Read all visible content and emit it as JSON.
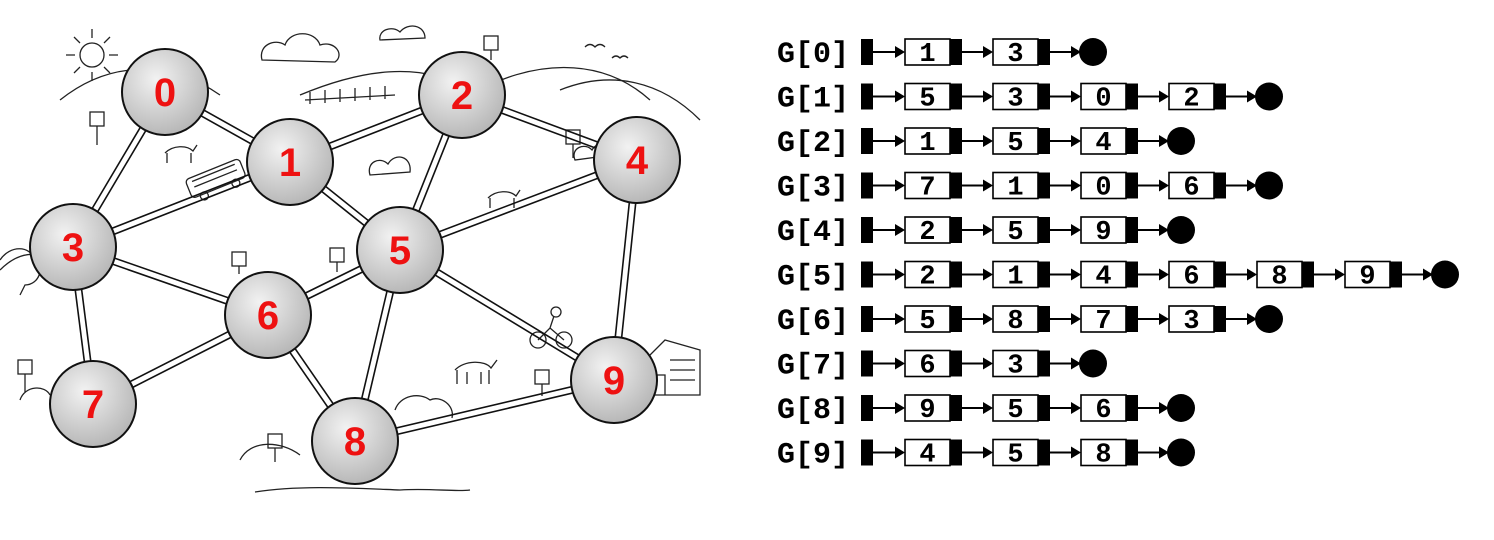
{
  "graph": {
    "nodes": [
      "0",
      "1",
      "2",
      "3",
      "4",
      "5",
      "6",
      "7",
      "8",
      "9"
    ],
    "edges": [
      [
        0,
        1
      ],
      [
        0,
        3
      ],
      [
        1,
        3
      ],
      [
        1,
        2
      ],
      [
        1,
        5
      ],
      [
        2,
        5
      ],
      [
        2,
        4
      ],
      [
        3,
        6
      ],
      [
        3,
        7
      ],
      [
        4,
        5
      ],
      [
        4,
        9
      ],
      [
        5,
        6
      ],
      [
        5,
        8
      ],
      [
        5,
        9
      ],
      [
        6,
        7
      ],
      [
        6,
        8
      ],
      [
        8,
        9
      ]
    ],
    "colors": {
      "node_fill": "#cfcfcf",
      "node_stroke": "#111111",
      "label": "#ee1111",
      "road": "#111111"
    }
  },
  "adjacency": {
    "rows": [
      {
        "label": "G[0]",
        "items": [
          "1",
          "3"
        ]
      },
      {
        "label": "G[1]",
        "items": [
          "5",
          "3",
          "0",
          "2"
        ]
      },
      {
        "label": "G[2]",
        "items": [
          "1",
          "5",
          "4"
        ]
      },
      {
        "label": "G[3]",
        "items": [
          "7",
          "1",
          "0",
          "6"
        ]
      },
      {
        "label": "G[4]",
        "items": [
          "2",
          "5",
          "9"
        ]
      },
      {
        "label": "G[5]",
        "items": [
          "2",
          "1",
          "4",
          "6",
          "8",
          "9"
        ]
      },
      {
        "label": "G[6]",
        "items": [
          "5",
          "8",
          "7",
          "3"
        ]
      },
      {
        "label": "G[7]",
        "items": [
          "6",
          "3"
        ]
      },
      {
        "label": "G[8]",
        "items": [
          "9",
          "5",
          "6"
        ]
      },
      {
        "label": "G[9]",
        "items": [
          "4",
          "5",
          "8"
        ]
      }
    ]
  },
  "decor": {
    "icons": [
      "sun-icon",
      "cloud-icon",
      "bird-icon",
      "bus-icon",
      "bicycle-icon",
      "horse-icon",
      "house-icon",
      "tree-icon",
      "signpost-icon",
      "hill-icon"
    ]
  }
}
